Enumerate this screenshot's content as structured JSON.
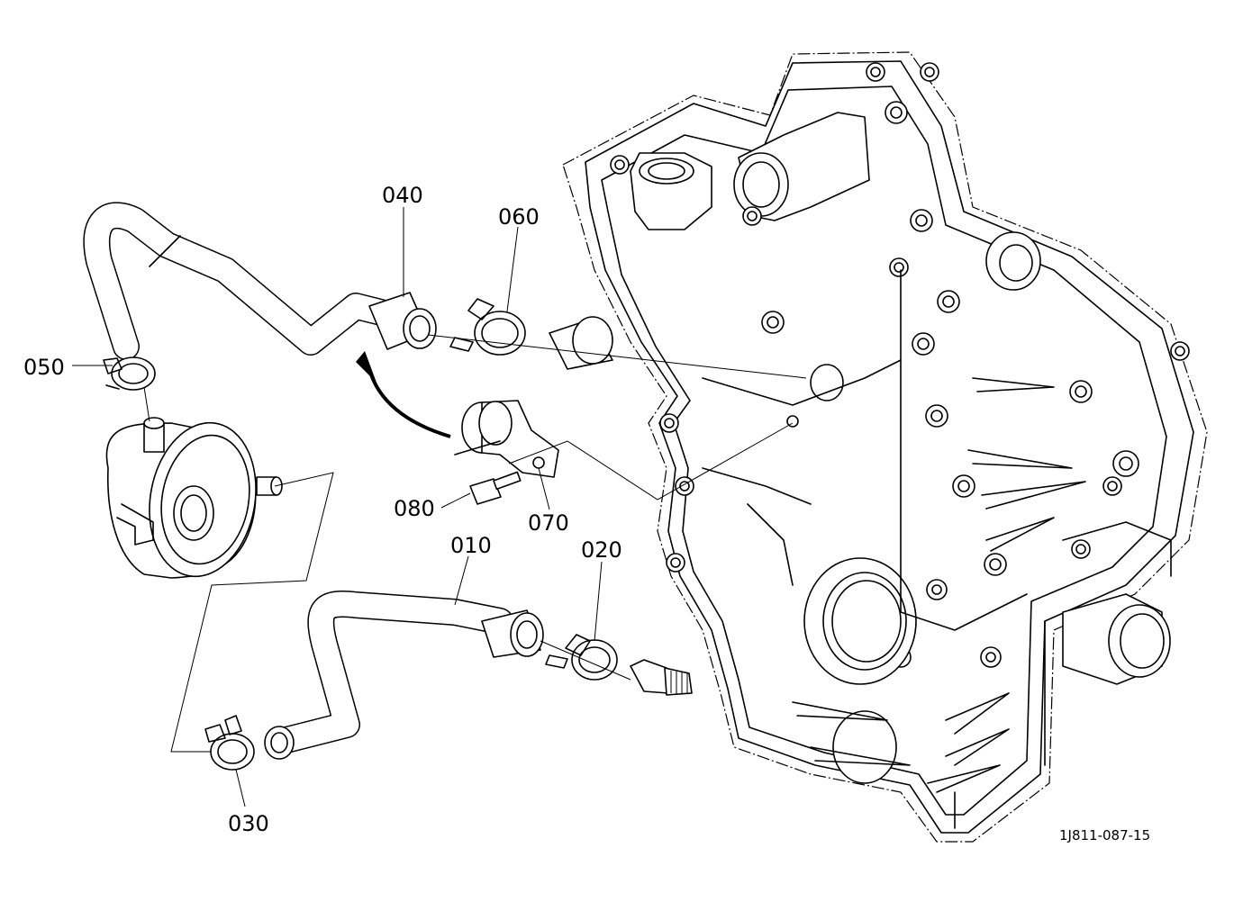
{
  "diagram": {
    "reference_code": "1J811-087-15",
    "parts": [
      {
        "id": "p010",
        "label": "010"
      },
      {
        "id": "p020",
        "label": "020"
      },
      {
        "id": "p030",
        "label": "030"
      },
      {
        "id": "p040",
        "label": "040"
      },
      {
        "id": "p050",
        "label": "050"
      },
      {
        "id": "p060",
        "label": "060"
      },
      {
        "id": "p070",
        "label": "070"
      },
      {
        "id": "p080",
        "label": "080"
      }
    ]
  }
}
